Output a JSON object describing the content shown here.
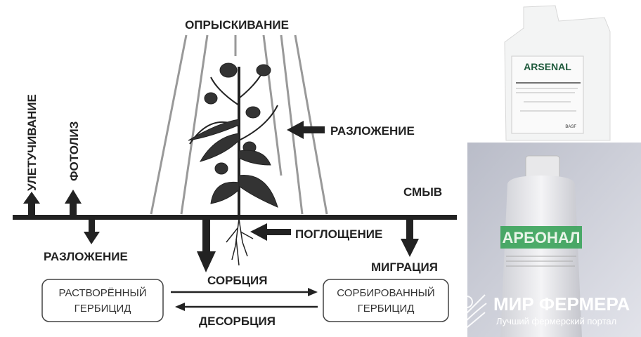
{
  "labels": {
    "spraying": "ОПРЫСКИВАНИЕ",
    "volatilization": "УЛЕТУЧИВАНИЕ",
    "photolysis": "ФОТОЛИЗ",
    "decomposition_plant": "РАЗЛОЖЕНИЕ",
    "runoff": "СМЫВ",
    "decomposition_soil": "РАЗЛОЖЕНИЕ",
    "absorption": "ПОГЛОЩЕНИЕ",
    "migration": "МИГРАЦИЯ",
    "sorption": "СОРБЦИЯ",
    "desorption": "ДЕСОРБЦИЯ"
  },
  "boxes": {
    "dissolved": [
      "РАСТВОРЁННЫЙ",
      "ГЕРБИЦИД"
    ],
    "sorbed": [
      "СОРБИРОВАННЫЙ",
      "ГЕРБИЦИД"
    ]
  },
  "products": {
    "jug_brand": "ARSENAL",
    "jug_maker": "BASF",
    "bottle_brand": "АРБОНАЛ"
  },
  "watermark": {
    "title": "МИР ФЕРМЕРА",
    "subtitle": "Лучший фермерский портал"
  },
  "colors": {
    "ink": "#222222",
    "bottle_label": "#3aa35a",
    "arsenal_green": "#1f5a3c",
    "photo_bg": "#c9ccd6"
  }
}
